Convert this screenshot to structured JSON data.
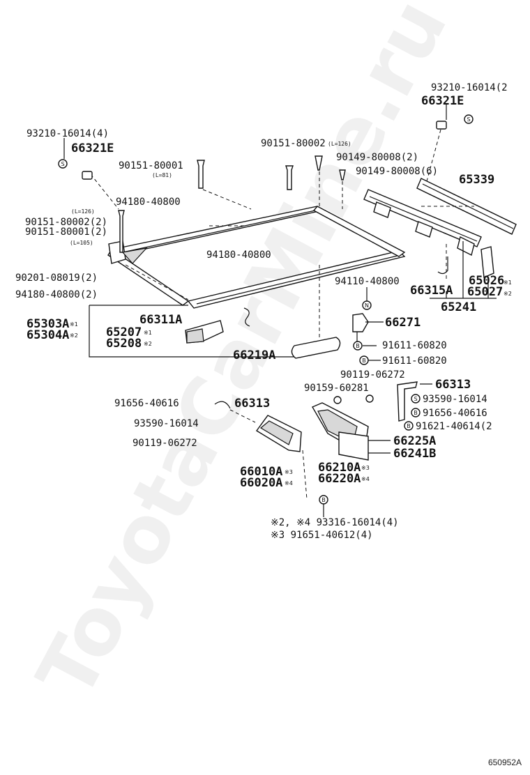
{
  "watermark": "ToyotaCarMine.ru",
  "diagram_code": "650952A",
  "labels": {
    "p93210_r": "93210-16014(2",
    "p66321e_r": "66321E",
    "p93210_l": "93210-16014(4)",
    "p66321e_l": "66321E",
    "p90151_top": "90151-80002",
    "p90151_top_len": "(L=126)",
    "p90149a": "90149-80008(2)",
    "p90149b": "90149-80008(6)",
    "p90151_81": "90151-80001",
    "p90151_81_len": "(L=81)",
    "p94180_a": "94180-40800",
    "p65339": "65339",
    "len126": "(L=126)",
    "p90151_l1": "90151-80002(2)",
    "p90151_l2": "90151-80001(2)",
    "len105": "(L=105)",
    "p94180_b": "94180-40800",
    "p90201": "90201-08019(2)",
    "p94180_c": "94180-40800(2)",
    "p94110": "94110-40800",
    "p66315a": "66315A",
    "p65026": "65026",
    "p65027": "65027",
    "p65241": "65241",
    "p66311a": "66311A",
    "p65303a": "65303A",
    "p65304a": "65304A",
    "p65207": "65207",
    "p65208": "65208",
    "p66271": "66271",
    "p91611_a": "91611-60820",
    "p91611_b": "91611-60820",
    "p66219a": "66219A",
    "p90119_r": "90119-06272",
    "p90159": "90159-60281",
    "p66313_r": "66313",
    "p93590_r": "93590-16014",
    "p91656_r": "91656-40616",
    "p91621": "91621-40614(2",
    "p91656_l": "91656-40616",
    "p66313_l": "66313",
    "p93590_l": "93590-16014",
    "p90119_l": "90119-06272",
    "p66225a": "66225A",
    "p66241b": "66241B",
    "p66210a": "66210A",
    "p66220a": "66220A",
    "p66010a": "66010A",
    "p66020a": "66020A",
    "note1": "※2, ※4 93316-16014(4)",
    "note2": "※3 91651-40612(4)"
  },
  "symbols": {
    "s": "S",
    "n": "N",
    "b": "B"
  },
  "variant_marks": {
    "m1": "※1",
    "m2": "※2",
    "m3": "※3",
    "m4": "※4"
  }
}
